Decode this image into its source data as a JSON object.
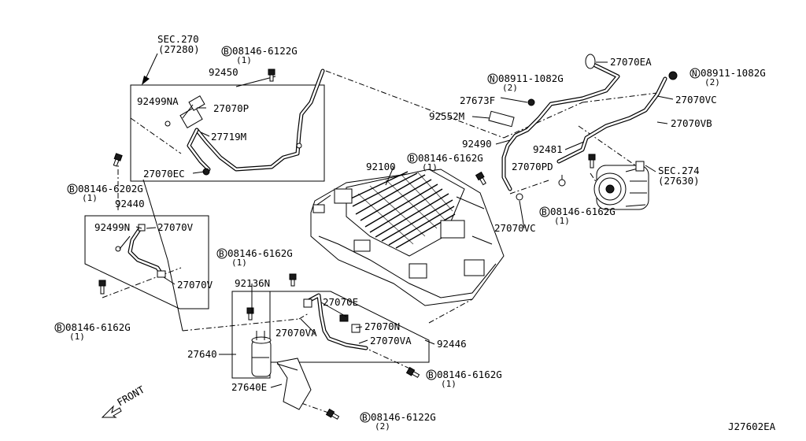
{
  "diagram_id": "J27602EA",
  "front_label": "FRONT",
  "sec270": {
    "title": "SEC.270",
    "ref": "(27280)"
  },
  "sec274": {
    "title": "SEC.274",
    "ref": "(27630)"
  },
  "bolts": {
    "b_top": {
      "code": "08146-6122G",
      "qty": "(1)"
    },
    "b_left": {
      "code": "08146-6202G",
      "qty": "(1)"
    },
    "b_lower_left": {
      "code": "08146-6162G",
      "qty": "(1)"
    },
    "b_mid": {
      "code": "08146-6162G",
      "qty": "(1)"
    },
    "b_center": {
      "code": "08146-6162G",
      "qty": "(1)"
    },
    "b_right": {
      "code": "08146-6162G",
      "qty": "(1)"
    },
    "b_bottom_right": {
      "code": "08146-6162G",
      "qty": "(1)"
    },
    "b_bottom": {
      "code": "08146-6122G",
      "qty": "(2)"
    }
  },
  "nuts": {
    "n_a": {
      "code": "08911-1082G",
      "qty": "(2)"
    },
    "n_b": {
      "code": "08911-1082G",
      "qty": "(2)"
    }
  },
  "parts": {
    "p92450": "92450",
    "p92499NA": "92499NA",
    "p27070P": "27070P",
    "p27719M": "27719M",
    "p27070EC": "27070EC",
    "p92440": "92440",
    "p92499N": "92499N",
    "p27070V_a": "27070V",
    "p27070V_b": "27070V",
    "p92100": "92100",
    "p27070EA": "27070EA",
    "p27673F": "27673F",
    "p92552M": "92552M",
    "p27070VC_a": "27070VC",
    "p27070VB": "27070VB",
    "p92490": "92490",
    "p92481": "92481",
    "p27070PD": "27070PD",
    "p27070VC_b": "27070VC",
    "p92136N": "92136N",
    "p27070E": "27070E",
    "p27070N": "27070N",
    "p27070VA_a": "27070VA",
    "p27070VA_b": "27070VA",
    "p92446": "92446",
    "p27640": "27640",
    "p27640E": "27640E"
  }
}
